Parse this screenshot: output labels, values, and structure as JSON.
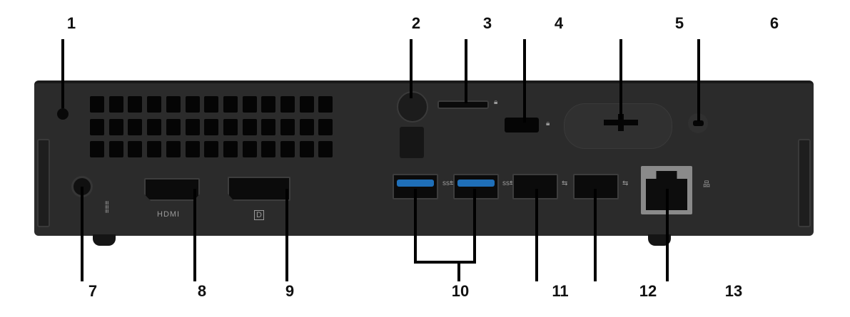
{
  "callouts": [
    "1",
    "2",
    "3",
    "4",
    "5",
    "6",
    "7",
    "8",
    "9",
    "10",
    "11",
    "12",
    "13"
  ],
  "panel_print": {
    "hdmi": "HDMI",
    "dp": "D",
    "power": "≡≡≡"
  },
  "colors": {
    "chassis": "#2b2b2b",
    "usb3": "#1f6fb8"
  }
}
